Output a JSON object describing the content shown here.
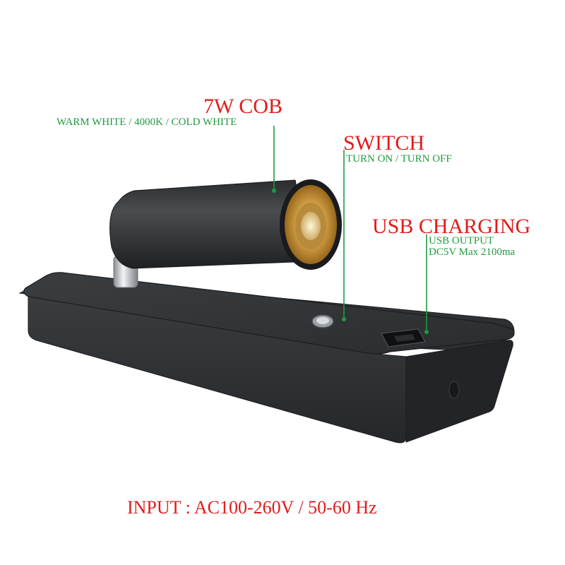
{
  "annotations": {
    "cob": {
      "title": "7W COB",
      "subtitle": "WARM WHITE / 4000K / COLD WHITE"
    },
    "switch": {
      "title": "SWITCH",
      "subtitle": "TURN ON / TURN OFF"
    },
    "usb": {
      "title": "USB CHARGING",
      "line1": "USB OUTPUT",
      "line2": "DC5V Max 2100ma"
    },
    "input": "INPUT : AC100-260V / 50-60 Hz"
  },
  "colors": {
    "title_red": "#e11b1b",
    "subtitle_green": "#1f9a3d",
    "product_body": "#2e3133",
    "lens_gold": "#c98a2a"
  }
}
